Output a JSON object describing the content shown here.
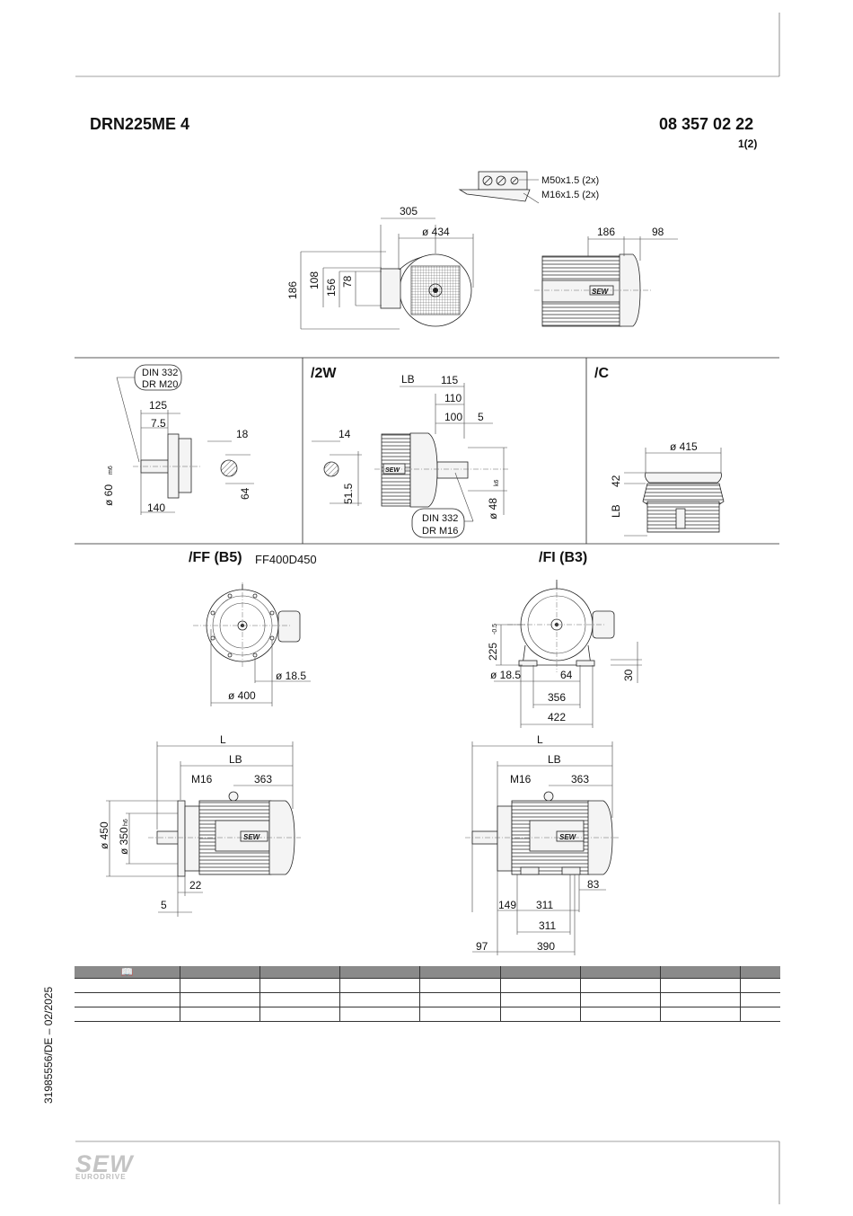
{
  "header": {
    "model": "DRN225ME 4",
    "document_number": "08 357 02 22",
    "page": "1(2)"
  },
  "top_view": {
    "terminal_box_labels": [
      "M50x1.5 (2x)",
      "M16x1.5 (2x)"
    ],
    "dims": [
      "305",
      "ø 434",
      "186",
      "108",
      "156",
      "78",
      "186",
      "98"
    ]
  },
  "section_shaft": {
    "din_label_1": "DIN 332",
    "din_label_2": "DR M20",
    "dims": [
      "125",
      "7.5",
      "140",
      "18",
      "64"
    ],
    "shaft_dia": "ø 60",
    "shaft_tol": "m6"
  },
  "section_2w": {
    "title": "/2W",
    "din_label_1": "DIN 332",
    "din_label_2": "DR M16",
    "dims": [
      "LB",
      "115",
      "110",
      "100",
      "5",
      "14",
      "51.5"
    ],
    "shaft_dia": "ø 48",
    "shaft_tol": "k6"
  },
  "section_c": {
    "title": "/C",
    "dims": [
      "ø 415",
      "42",
      "LB"
    ]
  },
  "section_ff": {
    "title": "/FF (B5)",
    "flange": "FF400D450",
    "dims": [
      "ø 18.5",
      "ø 400"
    ]
  },
  "section_fi": {
    "title": "/FI (B3)",
    "dims": [
      "225",
      "-0.5",
      "ø 18.5",
      "64",
      "356",
      "422",
      "30"
    ]
  },
  "bottom_ff": {
    "dims": [
      "L",
      "LB",
      "M16",
      "363",
      "ø 450",
      "ø 350",
      "h6",
      "22",
      "5"
    ]
  },
  "bottom_fi": {
    "dims": [
      "L",
      "LB",
      "M16",
      "363",
      "83",
      "149",
      "311",
      "311",
      "97",
      "390"
    ]
  },
  "table": {
    "book_icon": "book-icon"
  },
  "footer": {
    "doc_code": "31985556/DE – 02/2025",
    "logo_main": "SEW",
    "logo_sub": "EURODRIVE"
  }
}
